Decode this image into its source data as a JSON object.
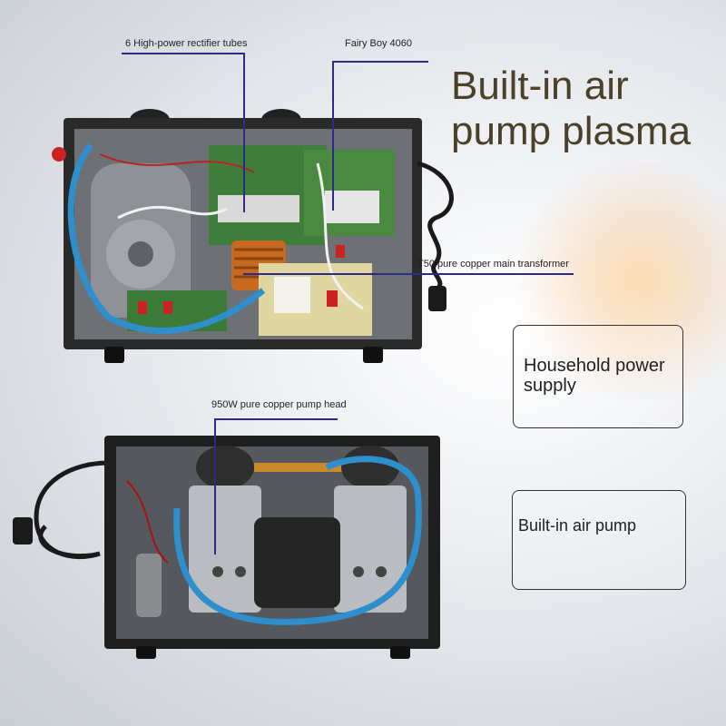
{
  "headline": "Built-in air pump plasma",
  "callouts": {
    "rectifier": "6 High-power rectifier tubes",
    "fairy_boy": "Fairy Boy 4060",
    "transformer": "T50 pure copper main transformer",
    "pump_head": "950W pure copper pump head"
  },
  "features": {
    "power": "Household power supply",
    "pump": "Built-in air pump"
  },
  "colors": {
    "headline": "#4a4128",
    "callout_line": "#2e2a8a",
    "hose": "#2f8fcc",
    "copper": "#c66a1f"
  }
}
